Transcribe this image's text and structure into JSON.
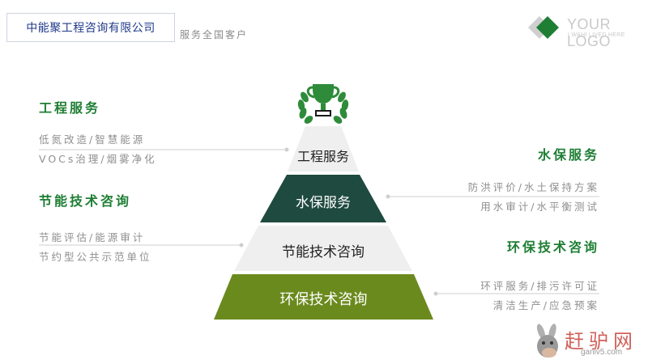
{
  "header": {
    "company": "中能聚工程咨询有限公司",
    "subtitle": "服务全国客户",
    "logo_title": "YOUR LOGO",
    "logo_tagline": "I WAHI LIVED HERE"
  },
  "pyramid": {
    "levels": [
      {
        "label": "工程服务",
        "color": "#efefef"
      },
      {
        "label": "水保服务",
        "color": "#1f4a3f"
      },
      {
        "label": "节能技术咨询",
        "color": "#efefef"
      },
      {
        "label": "环保技术咨询",
        "color": "#6b8a1e"
      }
    ],
    "icon": "trophy-icon"
  },
  "left": [
    {
      "heading": "工程服务",
      "lines": [
        "低氮改造/智慧能源",
        "VOCs治理/烟雾净化"
      ]
    },
    {
      "heading": "节能技术咨询",
      "lines": [
        "节能评估/能源审计",
        "节约型公共示范单位"
      ]
    }
  ],
  "right": [
    {
      "heading": "水保服务",
      "lines": [
        "防洪评价/水土保持方案",
        "用水审计/水平衡测试"
      ]
    },
    {
      "heading": "环保技术咨询",
      "lines": [
        "环评服务/排污许可证",
        "清洁生产/应急预案"
      ]
    }
  ],
  "watermark": {
    "text": "赶驴网",
    "url": "ganlv5.com"
  },
  "colors": {
    "green_heading": "#1e7e34",
    "dark_green": "#1f4a3f",
    "olive": "#6b8a1e",
    "light_gray": "#efefef"
  }
}
